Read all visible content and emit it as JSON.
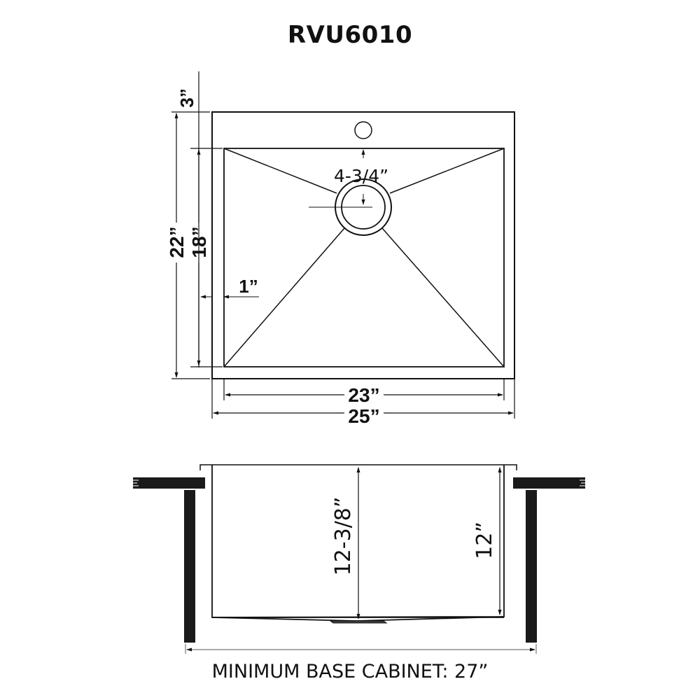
{
  "title": "RVU6010",
  "top_view": {
    "labels": {
      "flange_depth": "3”",
      "overall_depth": "22”",
      "bowl_depth": "18”",
      "drain_offset": "4-3/4”",
      "side_rim": "1”",
      "bowl_width": "23”",
      "overall_width": "25”"
    }
  },
  "side_view": {
    "labels": {
      "front_depth": "12-3/8”",
      "rear_depth": "12”"
    }
  },
  "caption": "MINIMUM BASE CABINET: 27”"
}
